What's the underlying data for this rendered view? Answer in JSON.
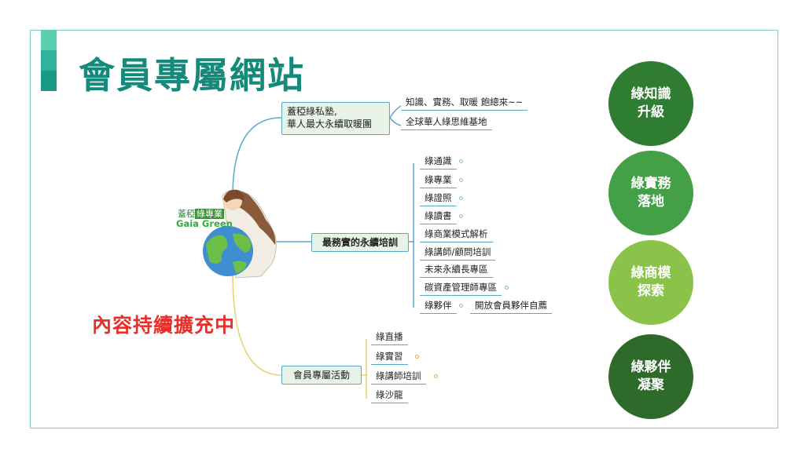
{
  "page": {
    "title": "會員專屬網站",
    "highlight": "內容持續擴充中"
  },
  "logo": {
    "cn_prefix": "蓋稏",
    "cn_highlight": "綠專業",
    "en": "Gaia Green"
  },
  "mindmap": {
    "branches": [
      {
        "label_lines": [
          "蓋稏綠私塾,",
          "華人最大永續取暖團"
        ],
        "children": [
          "知識、實務、取暖 飽總來~~",
          "全球華人綠思維基地"
        ]
      },
      {
        "label_lines": [
          "最務實的永續培訓"
        ],
        "children": [
          "綠通識",
          "綠專業",
          "綠證照",
          "綠讀書",
          "綠商業模式解析",
          "綠講師/顧問培訓",
          "未來永續長專區",
          "碳資產管理師專區",
          "綠夥伴"
        ],
        "sub_child": "開放會員夥伴自薦"
      },
      {
        "label_lines": [
          "會員專屬活動"
        ],
        "children": [
          "綠直播",
          "綠實習",
          "綠講師培訓",
          "綠沙龍"
        ]
      }
    ]
  },
  "pillars": [
    {
      "lines": [
        "綠知識",
        "升級"
      ],
      "color": "#2e7d32"
    },
    {
      "lines": [
        "綠實務",
        "落地"
      ],
      "color": "#43a047"
    },
    {
      "lines": [
        "綠商模",
        "探索"
      ],
      "color": "#8bc34a"
    },
    {
      "lines": [
        "綠夥伴",
        "凝聚"
      ],
      "color": "#2e6b2a"
    }
  ],
  "colors": {
    "title": "#138a7a",
    "accent_light": "#5ad0b0",
    "accent_mid": "#2fb39a",
    "accent_dark": "#1a9a84",
    "highlight": "#e8302a",
    "branch_line_top": "#5aa8c8",
    "branch_line_bottom": "#e6d36a"
  }
}
